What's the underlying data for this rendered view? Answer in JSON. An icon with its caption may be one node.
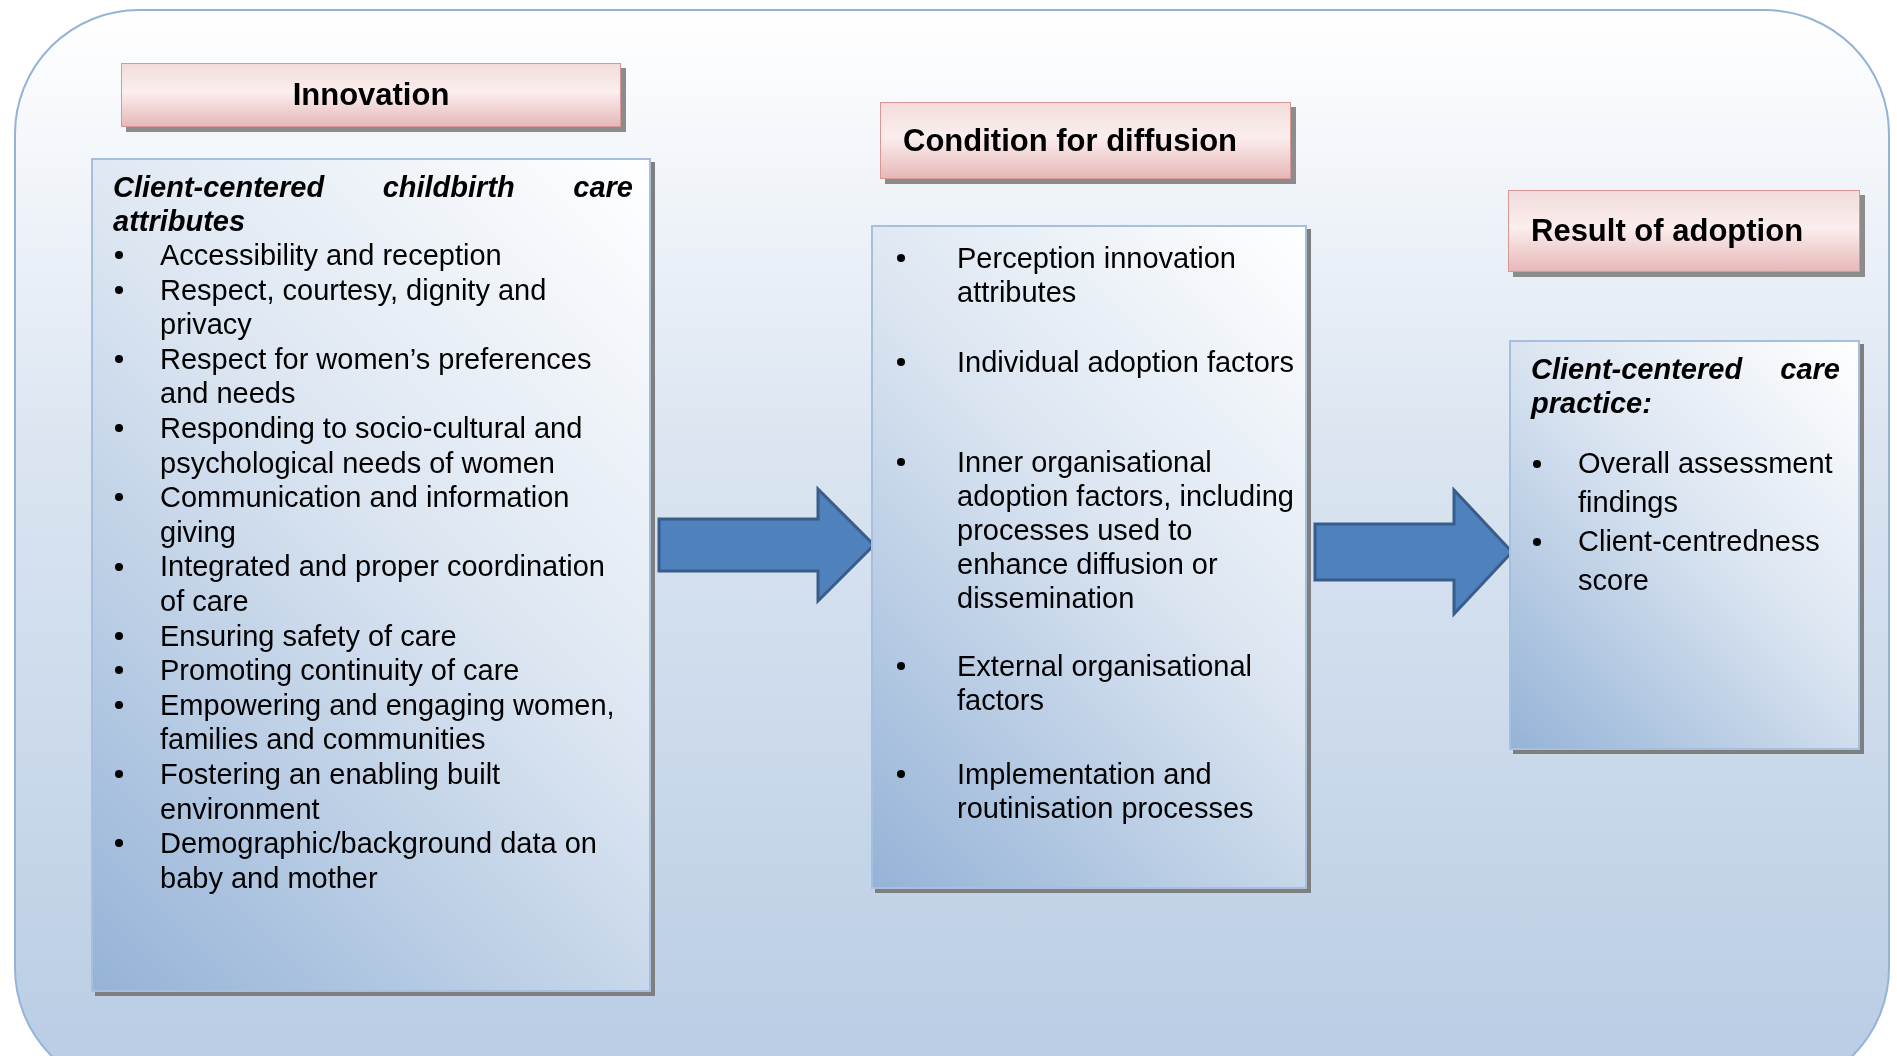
{
  "diagram": {
    "nodes": [
      {
        "text": [
          "Innovation"
        ]
      },
      {
        "text": [
          "Client-centered childbirth care attributes",
          "Accessibility and reception",
          "Respect, courtesy, dignity and privacy",
          "Respect for women’s preferences and needs",
          "Responding to socio-cultural and psychological needs of women",
          "Communication and information giving",
          "Integrated and proper coordination of care",
          "Ensuring safety of care",
          "Promoting continuity of care",
          "Empowering and engaging women, families and communities",
          "Fostering an enabling built environment",
          "Demographic/background data on baby and mother"
        ]
      },
      {
        "text": [
          "Condition for diffusion"
        ]
      },
      {
        "text": [
          "Perception innovation attributes",
          "Individual adoption factors",
          "Inner organisational adoption factors, including processes used to enhance diffusion  or dissemination",
          "External organisational factors",
          "Implementation and routinisation processes"
        ]
      },
      {
        "text": [
          "Result of adoption"
        ]
      },
      {
        "text": [
          "Client-centered care practice:",
          "Overall assessment findings",
          "Client-centredness score"
        ]
      }
    ],
    "edges": [
      {
        "from": 1,
        "to": 3,
        "arrow": "to",
        "style": "thick"
      },
      {
        "from": 3,
        "to": 5,
        "arrow": "to",
        "style": "thick"
      }
    ]
  }
}
